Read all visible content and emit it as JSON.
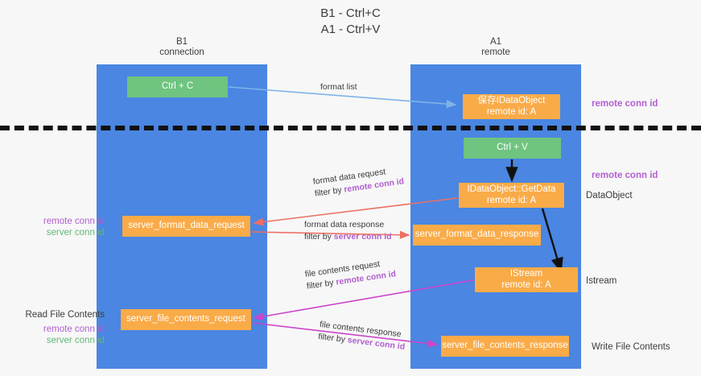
{
  "title": {
    "line1": "B1 - Ctrl+C",
    "line2": "A1 - Ctrl+V"
  },
  "lanes": [
    {
      "id": "b1",
      "name": "B1",
      "subtitle": "connection"
    },
    {
      "id": "a1",
      "name": "A1",
      "subtitle": "remote"
    }
  ],
  "nodes": {
    "ctrl_c": {
      "label": "Ctrl + C",
      "color": "#6fc47f"
    },
    "ctrl_v": {
      "label": "Ctrl + V",
      "color": "#6fc47f"
    },
    "idataobject": {
      "line1": "保存IDataObject",
      "line2": "remote id: A",
      "color": "#f9ab48"
    },
    "getdata": {
      "line1": "IDataObject::GetData",
      "line2": "remote id: A",
      "color": "#f9ab48"
    },
    "istream": {
      "line1": "IStream",
      "line2": "remote id: A",
      "color": "#f9ab48"
    },
    "server_format_data_request": {
      "label": "server_format_data_request",
      "color": "#f9ab48"
    },
    "server_format_data_response": {
      "label": "server_format_data_response",
      "color": "#f9ab48"
    },
    "server_file_contents_request": {
      "label": "server_file_contents_request",
      "color": "#f9ab48"
    },
    "server_file_contents_response": {
      "label": "server_file_contents_response",
      "color": "#f9ab48"
    }
  },
  "edge_labels": {
    "format_list": "format list",
    "format_data_request": "format data request",
    "format_data_request_filter_prefix": "filter by ",
    "format_data_request_filter_key": "remote conn id",
    "format_data_response": "format data response",
    "format_data_response_filter_prefix": "filter by ",
    "format_data_response_filter_key": "server conn id",
    "file_contents_request": "file contents request",
    "file_contents_request_filter_prefix": "filter by ",
    "file_contents_request_filter_key": "remote conn id",
    "file_contents_response": "file contents response",
    "file_contents_response_filter_prefix": "filter by ",
    "file_contents_response_filter_key": "server conn id"
  },
  "annotations": {
    "right_remote_conn_id_top": "remote conn id",
    "right_remote_conn_id_mid": "remote conn id",
    "right_dataobject": "DataObject",
    "right_istream": "Istream",
    "right_write_file_contents": "Write File Contents",
    "left_remote_conn_id_mid": "remote conn id",
    "left_server_conn_id_mid": "server conn id",
    "left_read_file_contents": "Read File Contents",
    "left_remote_conn_id_bottom": "remote conn id",
    "left_server_conn_id_bottom": "server conn id"
  },
  "colors": {
    "lane": "#4a86e2",
    "node_green": "#6fc47f",
    "node_orange": "#f9ab48",
    "accent_purple": "#b05fd0",
    "accent_green": "#63b877",
    "arrow_blue": "#7fb4e8",
    "arrow_red": "#ee6f63",
    "arrow_magenta": "#cc44cc",
    "arrow_black": "#111111",
    "background": "#f7f7f7"
  }
}
